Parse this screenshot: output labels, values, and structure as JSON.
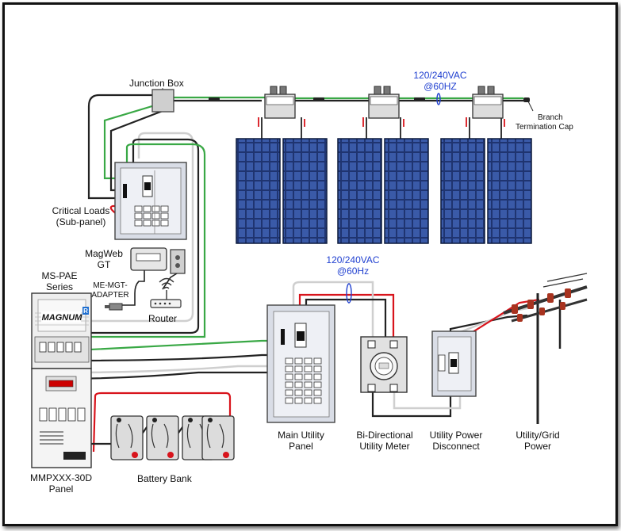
{
  "labels": {
    "junction_box": "Junction Box",
    "ac_top_line1": "120/240VAC",
    "ac_top_line2": "@60HZ",
    "branch_line1": "Branch",
    "branch_line2": "Termination Cap",
    "critical_line1": "Critical Loads",
    "critical_line2": "(Sub-panel)",
    "magweb_line1": "MagWeb",
    "magweb_line2": "GT",
    "mspae_line1": "MS-PAE",
    "mspae_line2": "Series",
    "adapter_line1": "ME-MGT-",
    "adapter_line2": "ADAPTER",
    "router": "Router",
    "ac_mid_line1": "120/240VAC",
    "ac_mid_line2": "@60Hz",
    "main_panel_line1": "Main Utility",
    "main_panel_line2": "Panel",
    "meter_line1": "Bi-Directional",
    "meter_line2": "Utility Meter",
    "disconnect_line1": "Utility Power",
    "disconnect_line2": "Disconnect",
    "grid_line1": "Utility/Grid",
    "grid_line2": "Power",
    "mmp_line1": "MMPXXX-30D",
    "mmp_line2": "Panel",
    "battery_bank": "Battery Bank",
    "inverter_logo": "MAGNUM"
  },
  "colors": {
    "wire_green": "#39a845",
    "wire_red": "#d8141c",
    "wire_black": "#222222",
    "wire_white": "#cfcfcf",
    "wire_gray": "#8a8a8a",
    "solar_panel": "#243a78",
    "ac_label": "#1f3fd0"
  }
}
